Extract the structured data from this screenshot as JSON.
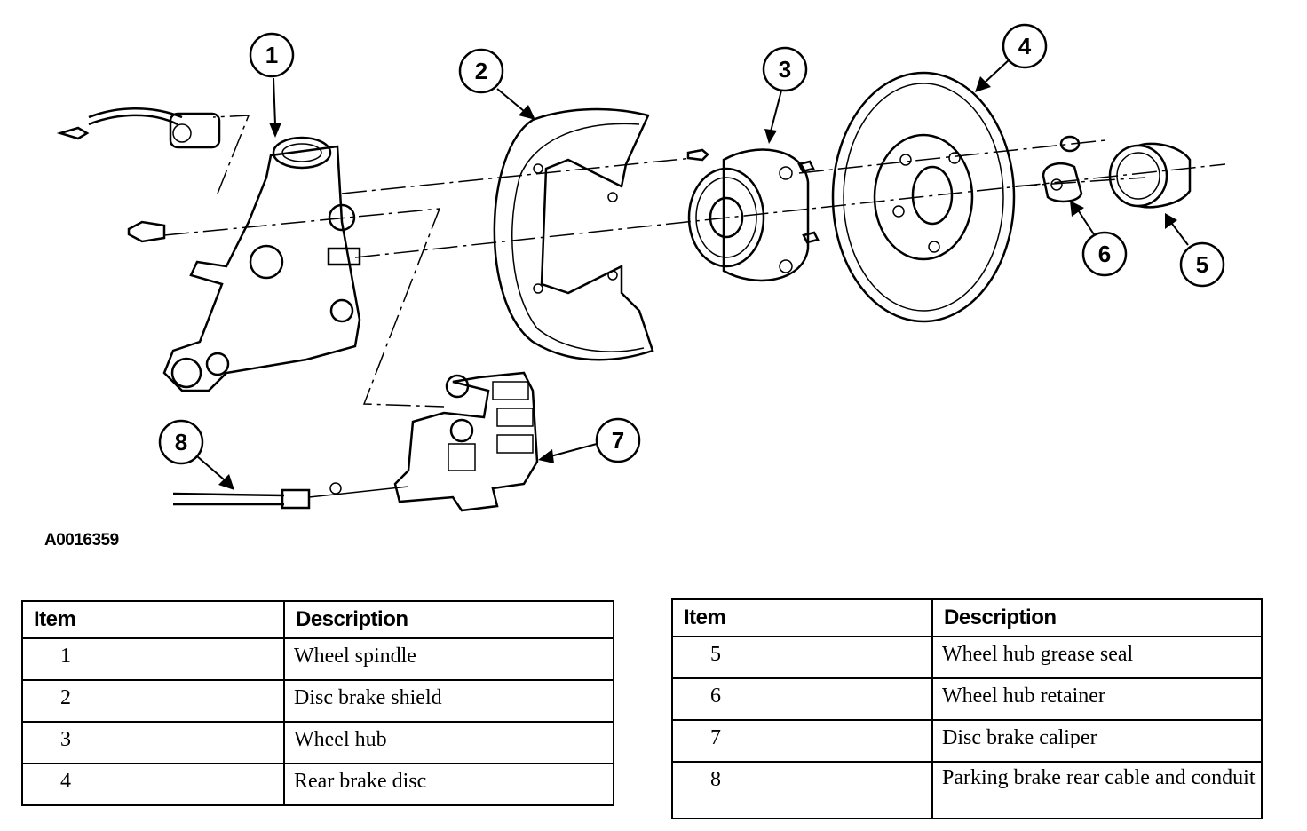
{
  "figure_id": "A0016359",
  "callouts": [
    "1",
    "2",
    "3",
    "4",
    "5",
    "6",
    "7",
    "8"
  ],
  "table_left": {
    "headers": [
      "Item",
      "Description"
    ],
    "rows": [
      {
        "item": "1",
        "description": "Wheel spindle"
      },
      {
        "item": "2",
        "description": "Disc brake shield"
      },
      {
        "item": "3",
        "description": "Wheel hub"
      },
      {
        "item": "4",
        "description": "Rear brake disc"
      }
    ]
  },
  "table_right": {
    "headers": [
      "Item",
      "Description"
    ],
    "rows": [
      {
        "item": "5",
        "description": "Wheel hub grease seal"
      },
      {
        "item": "6",
        "description": "Wheel hub retainer"
      },
      {
        "item": "7",
        "description": "Disc brake caliper"
      },
      {
        "item": "8",
        "description": "Parking brake rear cable and conduit"
      }
    ]
  }
}
